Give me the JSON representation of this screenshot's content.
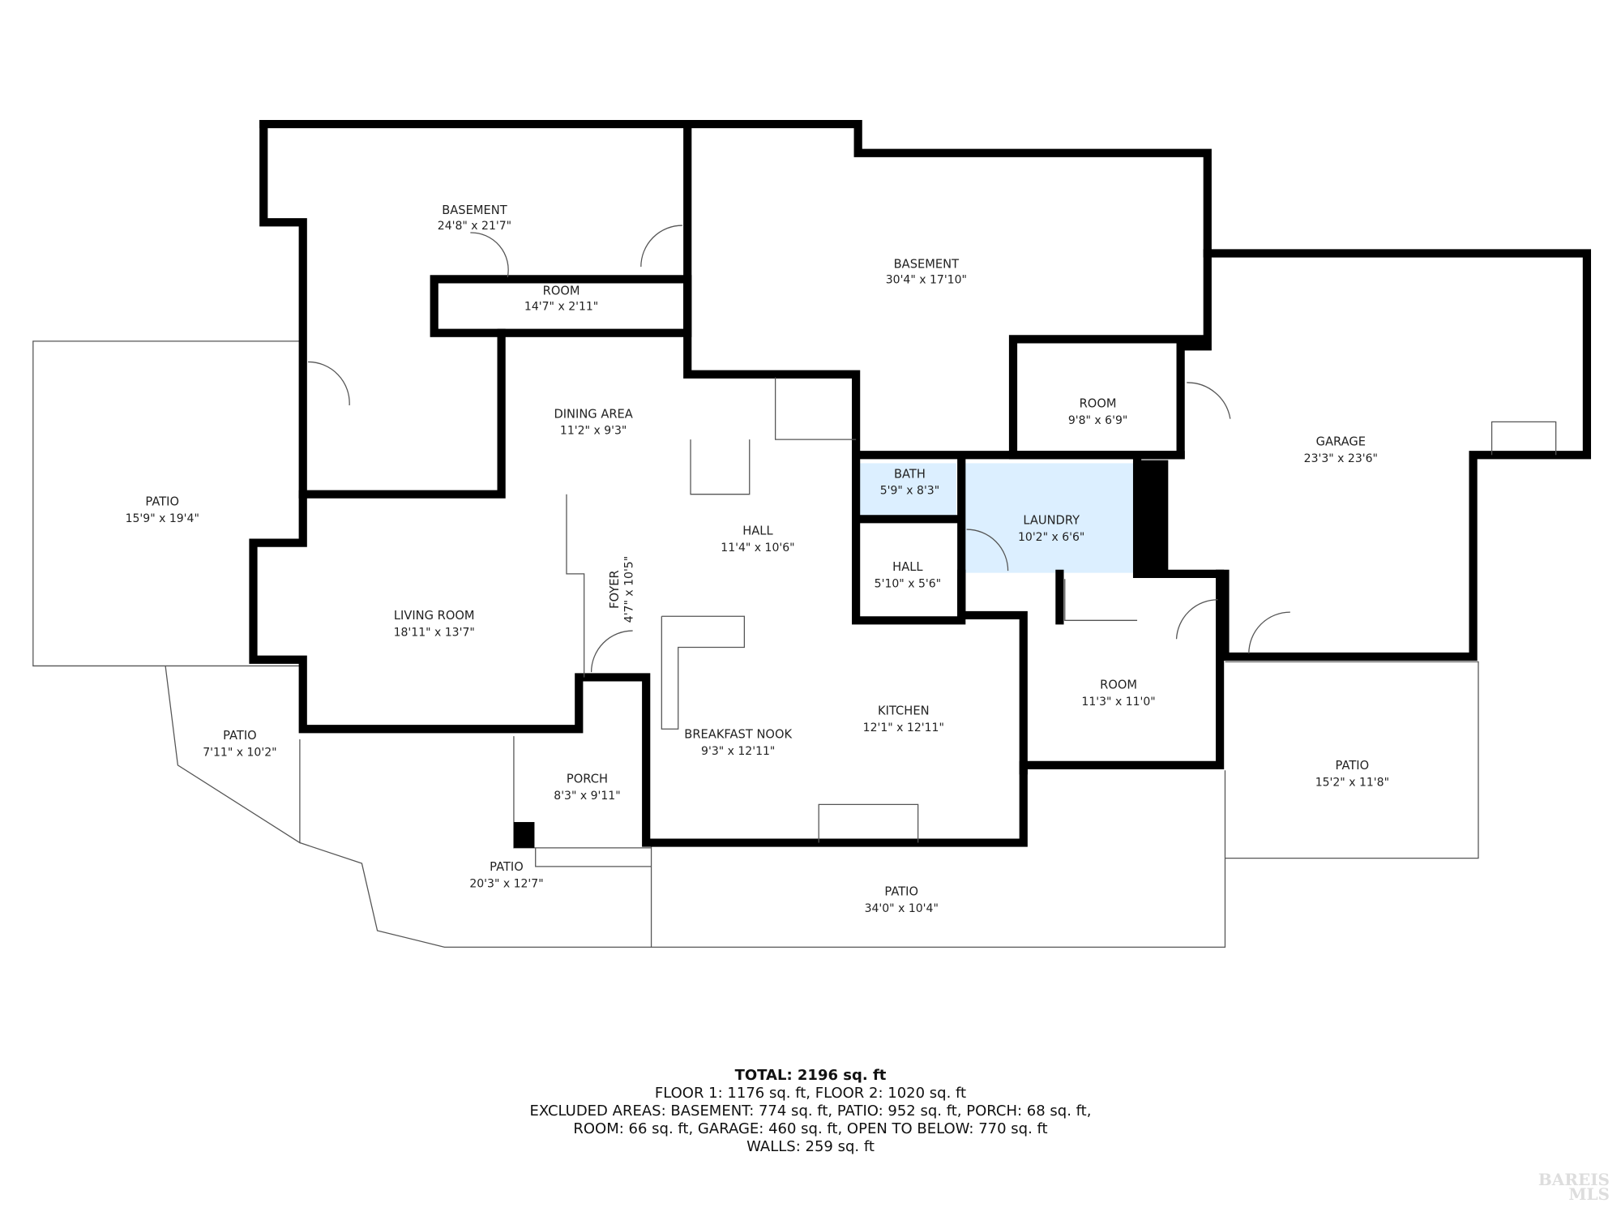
{
  "rooms": [
    {
      "name": "BASEMENT",
      "dims": "24'8\" x 21'7\""
    },
    {
      "name": "ROOM",
      "dims": "14'7\" x 2'11\""
    },
    {
      "name": "BASEMENT",
      "dims": "30'4\" x 17'10\""
    },
    {
      "name": "DINING AREA",
      "dims": "11'2\" x 9'3\""
    },
    {
      "name": "ROOM",
      "dims": "9'8\" x 6'9\""
    },
    {
      "name": "GARAGE",
      "dims": "23'3\" x 23'6\""
    },
    {
      "name": "PATIO",
      "dims": "15'9\" x 19'4\""
    },
    {
      "name": "BATH",
      "dims": "5'9\" x 8'3\""
    },
    {
      "name": "LAUNDRY",
      "dims": "10'2\" x 6'6\""
    },
    {
      "name": "HALL",
      "dims": "11'4\" x 10'6\""
    },
    {
      "name": "HALL",
      "dims": "5'10\" x 5'6\""
    },
    {
      "name": "FOYER",
      "dims": "4'7\" x 10'5\""
    },
    {
      "name": "LIVING ROOM",
      "dims": "18'11\" x 13'7\""
    },
    {
      "name": "ROOM",
      "dims": "11'3\" x 11'0\""
    },
    {
      "name": "KITCHEN",
      "dims": "12'1\" x 12'11\""
    },
    {
      "name": "BREAKFAST NOOK",
      "dims": "9'3\" x 12'11\""
    },
    {
      "name": "PATIO",
      "dims": "7'11\" x 10'2\""
    },
    {
      "name": "PATIO",
      "dims": "15'2\" x 11'8\""
    },
    {
      "name": "PORCH",
      "dims": "8'3\" x 9'11\""
    },
    {
      "name": "PATIO",
      "dims": "20'3\" x 12'7\""
    },
    {
      "name": "PATIO",
      "dims": "34'0\" x 10'4\""
    }
  ],
  "highlight_color": "#dcefff",
  "summary": {
    "total": "TOTAL: 2196 sq. ft",
    "line1": "FLOOR 1: 1176 sq. ft, FLOOR 2: 1020 sq. ft",
    "line2": "EXCLUDED AREAS: BASEMENT: 774 sq. ft, PATIO: 952 sq. ft, PORCH: 68 sq. ft,",
    "line3": "ROOM: 66 sq. ft, GARAGE: 460 sq. ft, OPEN TO BELOW: 770 sq. ft",
    "line4": "WALLS: 259 sq. ft"
  },
  "logo": {
    "line1": "BAREIS",
    "line2": "MLS"
  }
}
